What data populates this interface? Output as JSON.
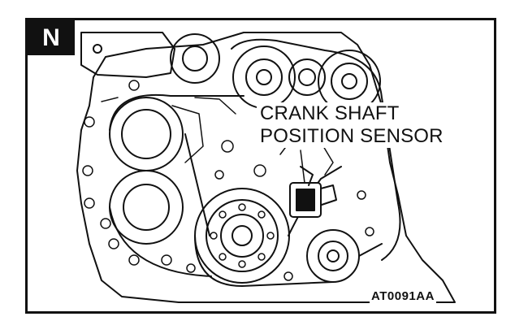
{
  "figure": {
    "view_letter": "N",
    "callout_lines": [
      "CRANK SHAFT",
      "POSITION SENSOR"
    ],
    "figure_code": "AT0091AA"
  },
  "colors": {
    "ink": "#111111",
    "paper": "#ffffff"
  }
}
